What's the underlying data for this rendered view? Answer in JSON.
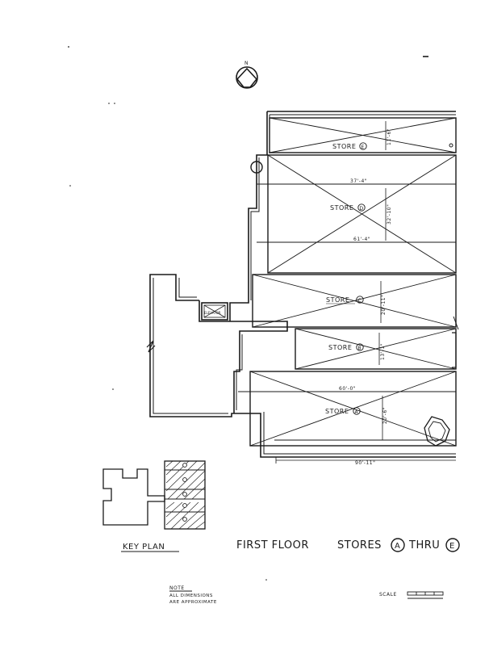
{
  "north_arrow": {
    "label": "N"
  },
  "stores": [
    {
      "id": "E",
      "label": "STORE",
      "dimensions": [
        "11'-6\""
      ]
    },
    {
      "id": "D",
      "label": "STORE",
      "dimensions": [
        "37'-4\"",
        "61'-4\"",
        "32'-10\""
      ]
    },
    {
      "id": "C",
      "label": "STORE",
      "dimensions": [
        "20'-11\""
      ]
    },
    {
      "id": "B",
      "label": "STORE",
      "dimensions": [
        "13'-1\""
      ]
    },
    {
      "id": "A",
      "label": "STORE",
      "dimensions": [
        "60'-0\"",
        "20'-6\""
      ]
    }
  ],
  "elevator": {
    "label": "ELEVATOR"
  },
  "overall_dimension": "90'-11\"",
  "key_plan": {
    "title": "KEY PLAN"
  },
  "sheet_title": {
    "prefix": "FIRST FLOOR",
    "mid": "STORES",
    "from": "A",
    "thru": "THRU",
    "to": "E"
  },
  "note": {
    "line1": "NOTE",
    "line2": "ALL DIMENSIONS",
    "line3": "ARE APPROXIMATE"
  },
  "scale": {
    "label": "SCALE"
  }
}
